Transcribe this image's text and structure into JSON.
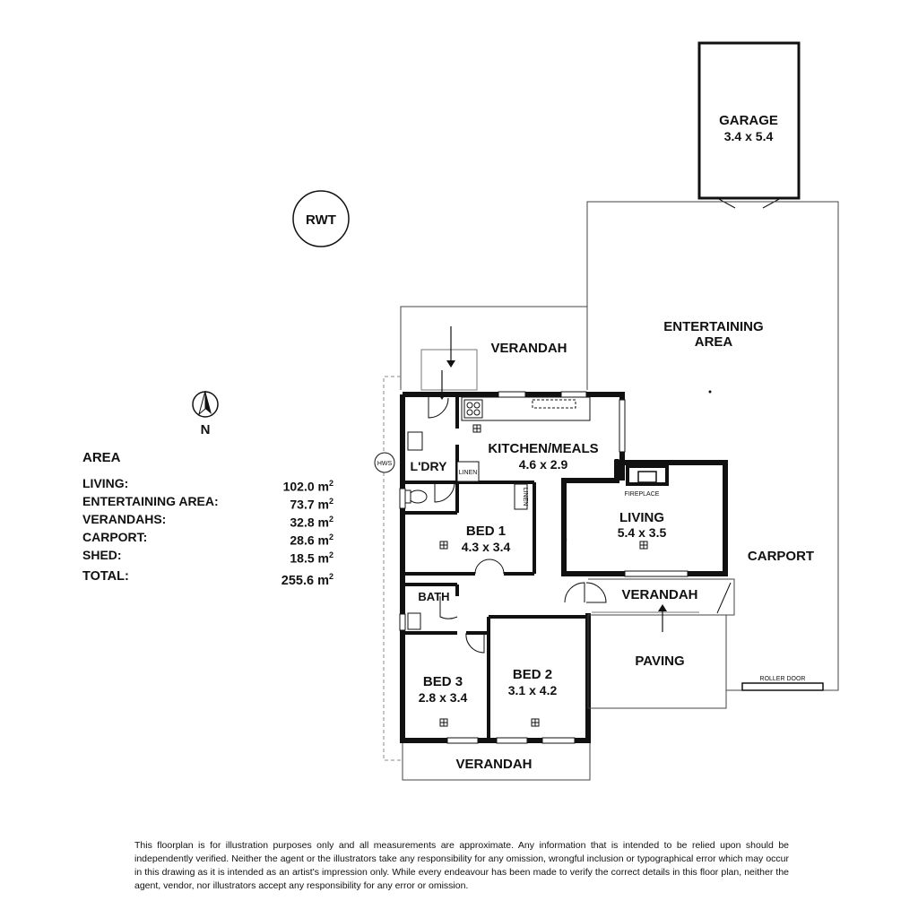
{
  "rooms": {
    "garage": {
      "name": "GARAGE",
      "dims": "3.4 x 5.4"
    },
    "entertaining": {
      "name_line1": "ENTERTAINING",
      "name_line2": "AREA"
    },
    "carport": {
      "name": "CARPORT"
    },
    "kitchen": {
      "name": "KITCHEN/MEALS",
      "dims": "4.6 x 2.9"
    },
    "living": {
      "name": "LIVING",
      "dims": "5.4 x 3.5"
    },
    "bed1": {
      "name": "BED 1",
      "dims": "4.3 x 3.4"
    },
    "bed2": {
      "name": "BED 2",
      "dims": "3.1 x 4.2"
    },
    "bed3": {
      "name": "BED 3",
      "dims": "2.8 x 3.4"
    },
    "laundry": {
      "name": "L'DRY"
    },
    "bath": {
      "name": "BATH"
    },
    "verandah_north": {
      "name": "VERANDAH"
    },
    "verandah_mid": {
      "name": "VERANDAH"
    },
    "verandah_south": {
      "name": "VERANDAH"
    },
    "paving": {
      "name": "PAVING"
    }
  },
  "fixtures": {
    "linen1": "LINEN",
    "linen2": "LINEN",
    "fireplace": "FIREPLACE",
    "roller_door": "ROLLER DOOR",
    "hws": "HWS",
    "rwt": "RWT"
  },
  "compass": {
    "label": "N"
  },
  "area_table": {
    "title": "AREA",
    "unit_sup": "2",
    "rows": [
      {
        "label": "LIVING:",
        "value": "102.0 m"
      },
      {
        "label": "ENTERTAINING AREA:",
        "value": "73.7 m"
      },
      {
        "label": "VERANDAHS:",
        "value": "32.8 m"
      },
      {
        "label": "CARPORT:",
        "value": "28.6 m"
      },
      {
        "label": "SHED:",
        "value": "18.5 m"
      }
    ],
    "total": {
      "label": "TOTAL:",
      "value": "255.6 m"
    }
  },
  "disclaimer": "This floorplan is for illustration purposes only and all measurements are approximate. Any information that is intended to be relied upon should be independently verified. Neither the agent or the illustrators take any responsibility for any omission, wrongful inclusion or typographical error which may occur in this drawing as it is intended as an artist's impression only. While every endeavour has been made to verify the correct details in this floor plan, neither the agent, vendor, nor illustrators accept any responsibility for any error or omission."
}
